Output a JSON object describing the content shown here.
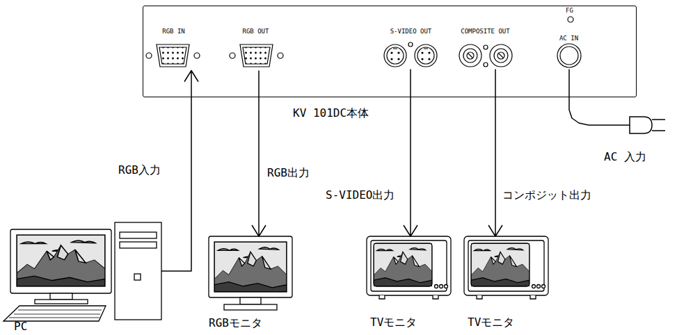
{
  "diagram": {
    "nodes": [
      {
        "text": [
          "KV 101DC本体"
        ]
      },
      {
        "text": [
          "RGB IN"
        ],
        "in": 0
      },
      {
        "text": [
          "RGB OUT"
        ],
        "in": 0
      },
      {
        "text": [
          "S-VIDEO OUT"
        ],
        "in": 0
      },
      {
        "text": [
          "COMPOSITE OUT"
        ],
        "in": 0
      },
      {
        "text": [
          "AC IN"
        ],
        "in": 0
      },
      {
        "text": [
          "PC"
        ]
      },
      {
        "text": [
          "RGBモニタ"
        ]
      },
      {
        "text": [
          "TVモニタ"
        ]
      },
      {
        "text": [
          "TVモニタ"
        ]
      },
      {
        "text": [
          "AC 入力"
        ]
      }
    ],
    "edges": [
      {
        "from": 6,
        "to": 1,
        "arrow": "to",
        "label": "RGB入力"
      },
      {
        "from": 2,
        "to": 7,
        "arrow": "to",
        "label": "RGB出力"
      },
      {
        "from": 3,
        "to": 8,
        "arrow": "to",
        "label": "S-VIDEO出力"
      },
      {
        "from": 4,
        "to": 9,
        "arrow": "to",
        "label": "コンポジット出力"
      },
      {
        "from": 5,
        "to": 10,
        "arrow": "none"
      }
    ],
    "labels": [
      "FG"
    ]
  }
}
